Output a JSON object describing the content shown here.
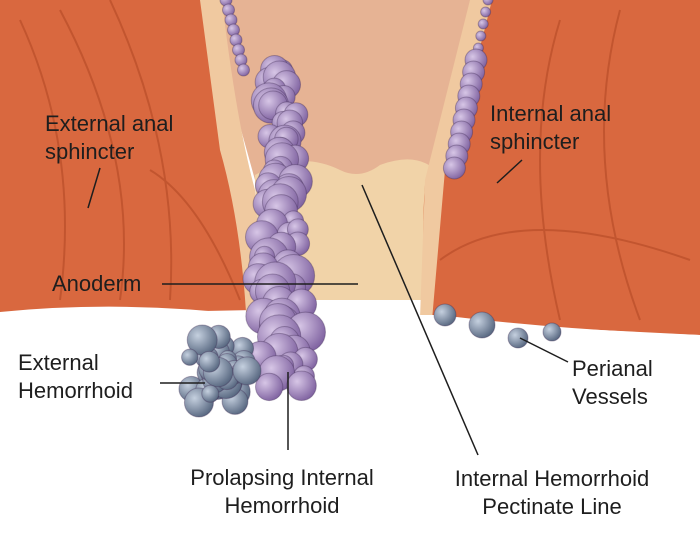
{
  "labels": {
    "external_anal_sphincter": [
      "External anal",
      "sphincter"
    ],
    "internal_anal_sphincter": [
      "Internal anal",
      "sphincter"
    ],
    "anoderm": "Anoderm",
    "external_hemorrhoid": [
      "External",
      "Hemorrhoid"
    ],
    "prolapsing_internal_hemorrhoid": [
      "Prolapsing Internal",
      "Hemorrhoid"
    ],
    "internal_hemorrhoid_pectinate_line": [
      "Internal Hemorrhoid",
      "Pectinate Line"
    ],
    "perianal_vessels": [
      "Perianal",
      "Vessels"
    ]
  },
  "colors": {
    "muscle": "#d9683f",
    "canal": "#e6b394",
    "internal_hemorrhoid": "#9c80b8",
    "external_hemorrhoid": "#7d8ea8"
  }
}
